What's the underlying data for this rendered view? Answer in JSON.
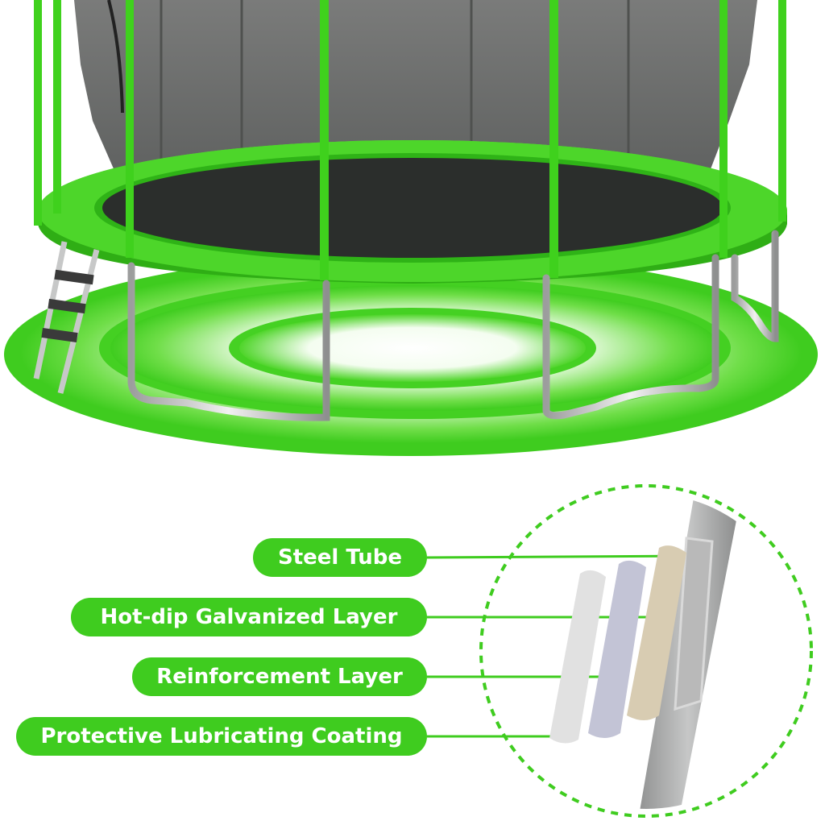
{
  "colors": {
    "accent_green": "#3fcc1f",
    "frame_green": "#35c51b",
    "mat_dark": "#2c2f2d",
    "net_gray": "#6f706f",
    "steel_gray": "#a7a8a8",
    "galvanized_beige": "#d8ccb2",
    "reinforcement_lavender": "#c3c4d6",
    "coating_light": "#e3e3e3"
  },
  "labels": {
    "steel_tube": "Steel Tube",
    "galvanized_layer": "Hot-dip Galvanized Layer",
    "reinforcement_layer": "Reinforcement Layer",
    "lubricating_coating": "Protective Lubricating Coating"
  },
  "icons": {
    "ladder": "ladder-icon",
    "trampoline": "trampoline-illustration",
    "tube_detail": "tube-cross-section-illustration"
  }
}
